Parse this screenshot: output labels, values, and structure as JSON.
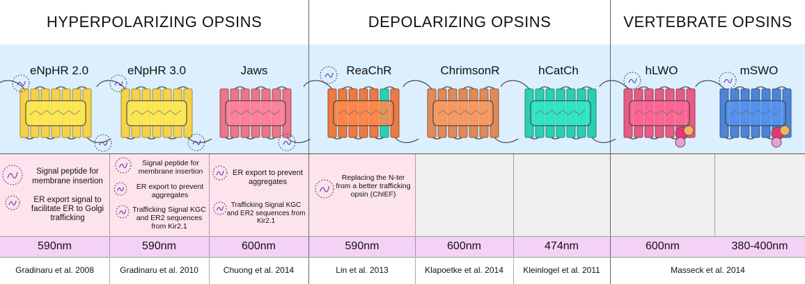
{
  "headers": {
    "hyper": "HYPERPOLARIZING OPSINS",
    "depol": "DEPOLARIZING OPSINS",
    "vert": "VERTEBRATE OPSINS"
  },
  "opsins": [
    {
      "name": "eNpHR 2.0",
      "wavelength": "590nm",
      "citation": "Gradinaru et al. 2008",
      "color": "#f6d24a"
    },
    {
      "name": "eNpHR 3.0",
      "wavelength": "590nm",
      "citation": "Gradinaru et al. 2010",
      "color": "#f6d24a"
    },
    {
      "name": "Jaws",
      "wavelength": "600nm",
      "citation": "Chuong et al. 2014",
      "color": "#e9768a"
    },
    {
      "name": "ReaChR",
      "wavelength": "590nm",
      "citation": "Lin et al. 2013",
      "color": "#ec7a44"
    },
    {
      "name": "ChrimsonR",
      "wavelength": "600nm",
      "citation": "Klapoetke et al. 2014",
      "color": "#df8a58"
    },
    {
      "name": "hCatCh",
      "wavelength": "474nm",
      "citation": "Kleinlogel et al. 2011",
      "color": "#2ccfb2"
    },
    {
      "name": "hLWO",
      "wavelength": "600nm",
      "color": "#e65c86"
    },
    {
      "name": "mSWO",
      "wavelength": "380-400nm",
      "color": "#4d84d6"
    }
  ],
  "vertebrate_citation": "Masseck et al. 2014",
  "features": {
    "col1": {
      "signal_peptide": "Signal peptide for membrane insertion",
      "er_export": "ER export signal to facilitate ER to Golgi trafficking"
    },
    "col2": {
      "signal_peptide": "Signal peptide for membrane insertion",
      "er_export": "ER export to prevent aggregates",
      "trafficking": "Trafficking Signal KGC and ER2 sequences from Kir2.1"
    },
    "col3": {
      "er_export": "ER export to prevent aggregates",
      "trafficking": "Trafficking Signal KGC and ER2 sequences from Kir2.1"
    },
    "col4": {
      "nter": "Replacing the N-ter from a better trafficking opsin (ChIEF)"
    }
  }
}
